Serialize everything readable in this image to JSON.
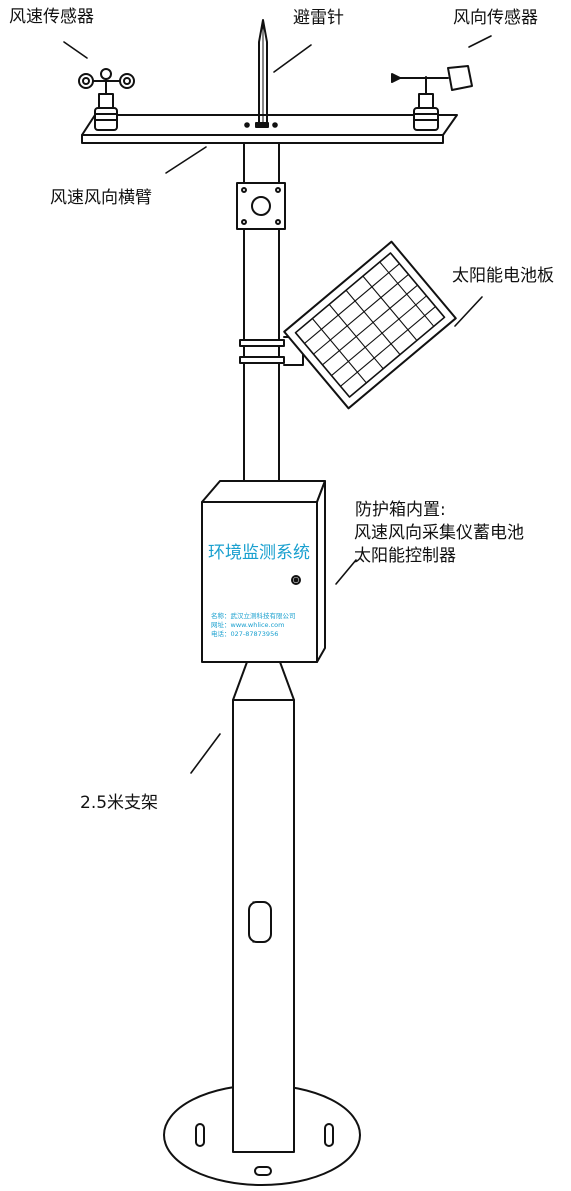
{
  "labels": {
    "wind_speed_sensor": "风速传感器",
    "lightning_rod": "避雷针",
    "wind_direction_sensor": "风向传感器",
    "crossarm": "风速风向横臂",
    "solar_panel": "太阳能电池板",
    "box_contents": {
      "line1": "防护箱内置:",
      "line2": "风速风向采集仪蓄电池",
      "line3": "太阳能控制器"
    },
    "bracket": "2.5米支架"
  },
  "enclosure": {
    "title": "环境监测系统",
    "name_line": "名称：武汉立测科技有限公司",
    "web_line": "网址：www.whlice.com",
    "phone_line": "电话：027-87873956"
  },
  "colors": {
    "line": "#111111",
    "accent_text": "#1aa0cf"
  }
}
